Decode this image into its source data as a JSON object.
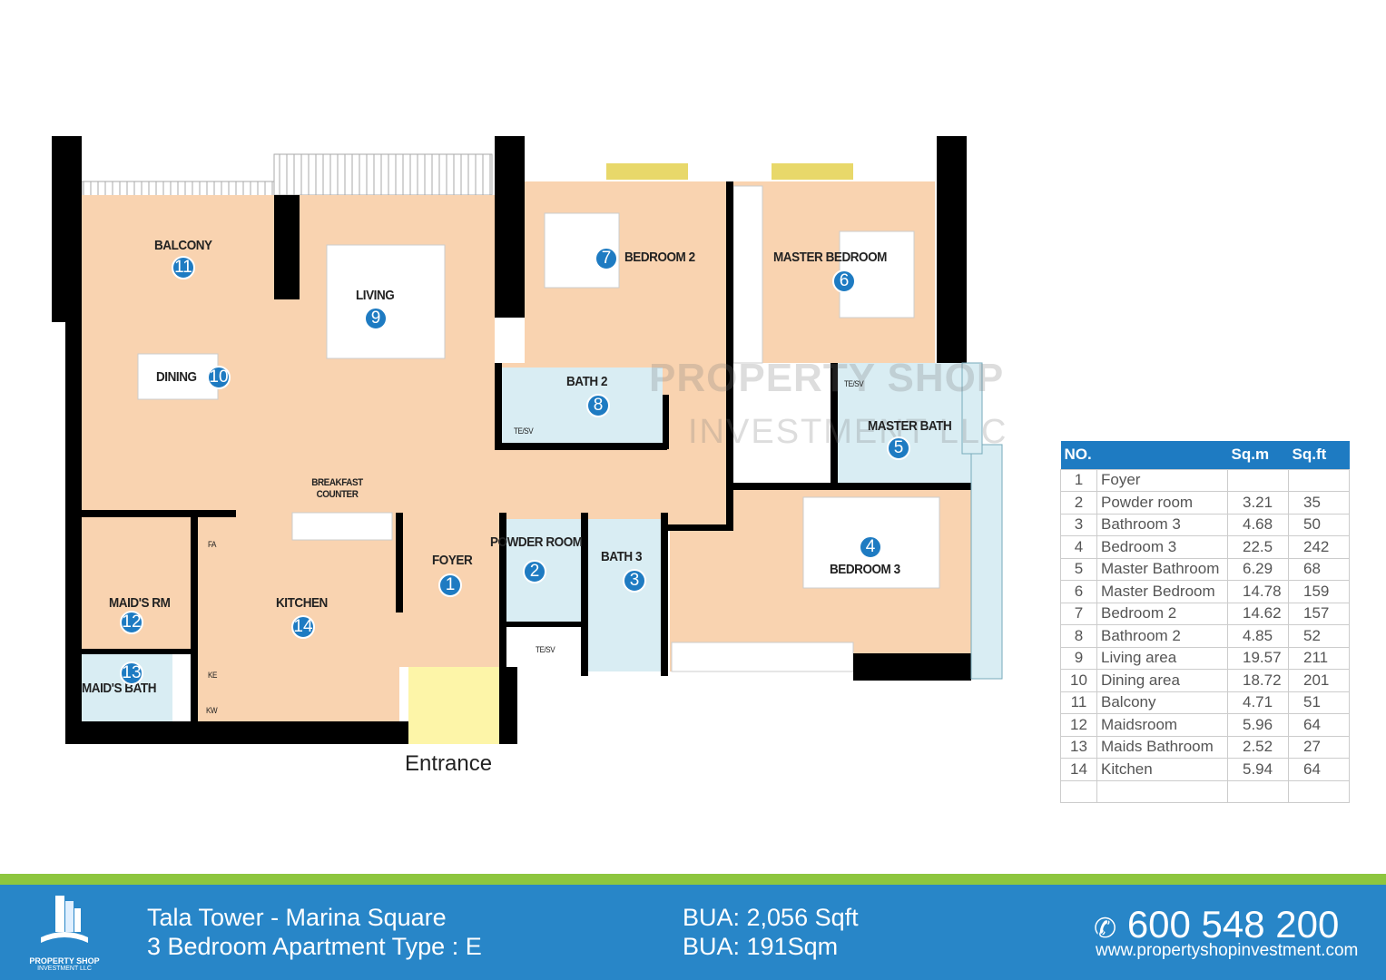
{
  "plan": {
    "rooms": [
      {
        "no": "1",
        "label": "FOYER"
      },
      {
        "no": "2",
        "label": "POWDER ROOM"
      },
      {
        "no": "3",
        "label": "BATH 3"
      },
      {
        "no": "4",
        "label": "BEDROOM 3"
      },
      {
        "no": "5",
        "label": "MASTER BATH"
      },
      {
        "no": "6",
        "label": "MASTER BEDROOM"
      },
      {
        "no": "7",
        "label": "BEDROOM 2"
      },
      {
        "no": "8",
        "label": "BATH 2"
      },
      {
        "no": "9",
        "label": "LIVING"
      },
      {
        "no": "10",
        "label": "DINING"
      },
      {
        "no": "11",
        "label": "BALCONY"
      },
      {
        "no": "12",
        "label": "MAID'S RM"
      },
      {
        "no": "13",
        "label": "MAID'S BATH"
      },
      {
        "no": "14",
        "label": "KITCHEN"
      }
    ],
    "breakfast_counter": "BREAKFAST COUNTER",
    "small_labels": {
      "tesv": "TE/SV",
      "fa": "FA",
      "ke": "KE",
      "kw": "KW"
    },
    "entrance": "Entrance",
    "watermark": "PROPERTY SHOP INVESTMENT LLC"
  },
  "table": {
    "headers": [
      "NO.",
      "",
      "Sq.m",
      "Sq.ft"
    ],
    "rows": [
      [
        "1",
        "Foyer",
        "",
        ""
      ],
      [
        "2",
        "Powder room",
        "3.21",
        "35"
      ],
      [
        "3",
        "Bathroom 3",
        "4.68",
        "50"
      ],
      [
        "4",
        "Bedroom 3",
        "22.5",
        "242"
      ],
      [
        "5",
        "Master Bathroom",
        "6.29",
        "68"
      ],
      [
        "6",
        "Master Bedroom",
        "14.78",
        "159"
      ],
      [
        "7",
        "Bedroom 2",
        "14.62",
        "157"
      ],
      [
        "8",
        "Bathroom 2",
        "4.85",
        "52"
      ],
      [
        "9",
        "Living area",
        "19.57",
        "211"
      ],
      [
        "10",
        "Dining area",
        "18.72",
        "201"
      ],
      [
        "11",
        "Balcony",
        "4.71",
        "51"
      ],
      [
        "12",
        "Maidsroom",
        "5.96",
        "64"
      ],
      [
        "13",
        "Maids Bathroom",
        "2.52",
        "27"
      ],
      [
        "14",
        "Kitchen",
        "5.94",
        "64"
      ]
    ]
  },
  "footer": {
    "logo_text": "PROPERTY SHOP",
    "logo_sub": "INVESTMENT LLC",
    "title": "Tala Tower - Marina Square",
    "subtitle": "3 Bedroom Apartment Type : E",
    "bua_sqft": "BUA: 2,056 Sqft",
    "bua_sqm": "BUA: 191Sqm",
    "phone": "600 548 200",
    "website": "www.propertyshopinvestment.com"
  },
  "colors": {
    "room": "#f9d3b0",
    "bath": "#d9edf3",
    "wall": "#000000",
    "brand": "#2886c8",
    "green": "#8dc63f",
    "marker": "#1e7bc2",
    "entrance": "#fdf5a8"
  }
}
